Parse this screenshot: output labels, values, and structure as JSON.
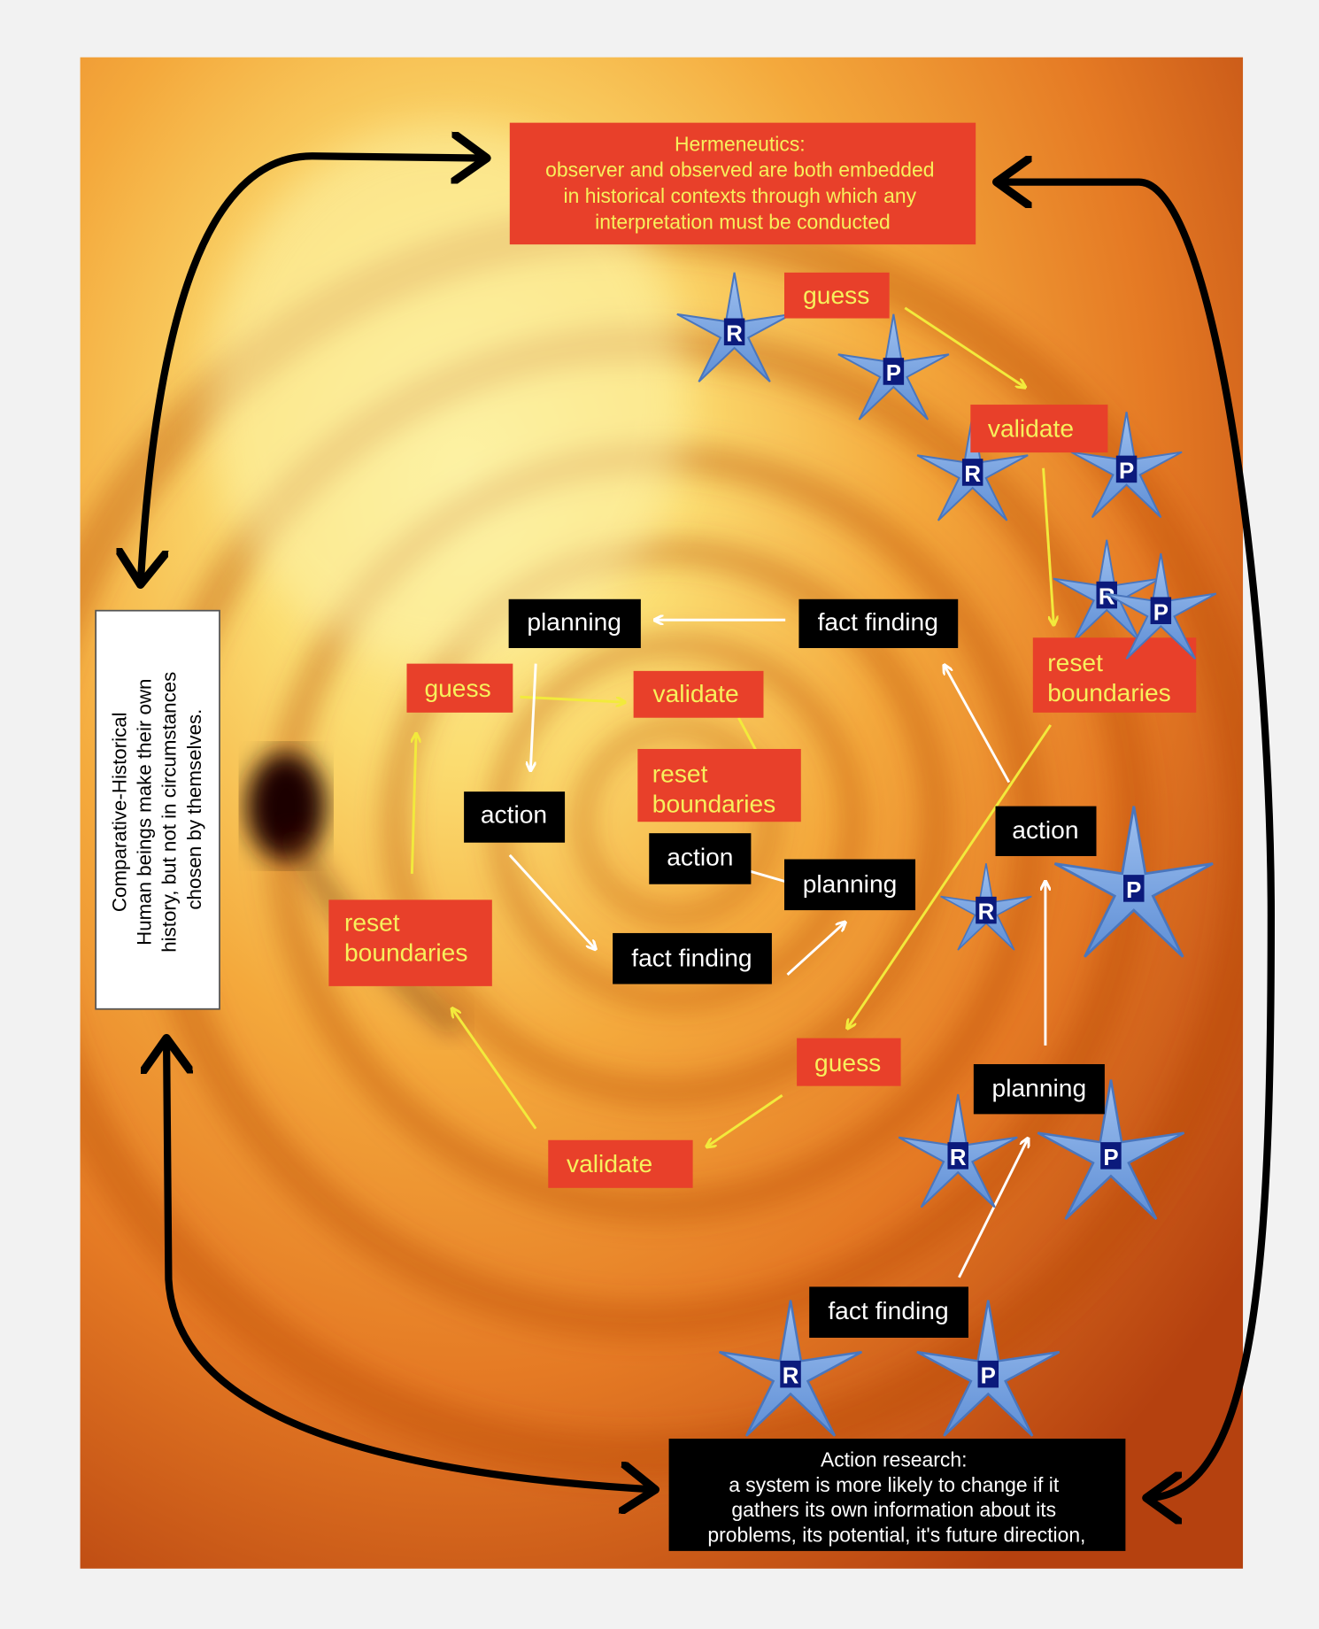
{
  "hermeneutics": {
    "lines": [
      "Hermeneutics:",
      "observer and observed are both embedded",
      "in historical contexts through which any",
      "interpretation must be conducted"
    ]
  },
  "comparative_historical": {
    "lines": [
      "Comparative-Historical",
      "Human beings make their own",
      "history, but not in circumstances",
      "chosen by themselves."
    ]
  },
  "action_research": {
    "lines": [
      "Action research:",
      "a system is more likely to change if it",
      "gathers its own information about its",
      "problems, its potential, it's future direction,"
    ]
  },
  "labels": {
    "guess": "guess",
    "validate": "validate",
    "reset": "reset",
    "boundaries": "boundaries",
    "planning": "planning",
    "fact_finding": "fact finding",
    "action": "action"
  },
  "stars": {
    "r": "R",
    "p": "P"
  },
  "colors": {
    "red_box": "#e8402a",
    "yellow_text": "#f7f05c",
    "black_box": "#000000",
    "star_fill": "#7ea8e2",
    "star_letter_bg": "#0b1a7c"
  }
}
